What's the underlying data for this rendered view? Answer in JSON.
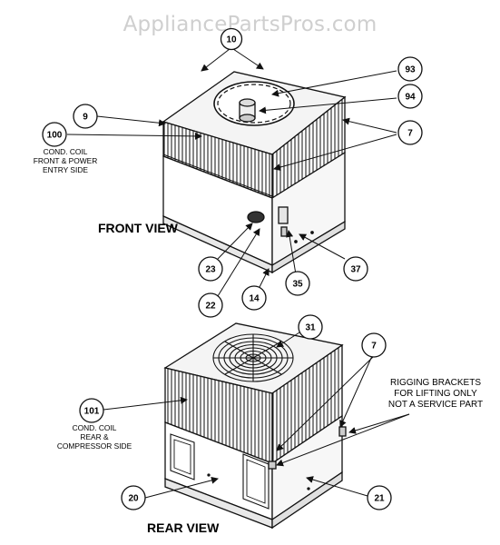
{
  "watermark": "AppliancePartsPros.com",
  "front_view": {
    "title": "FRONT VIEW",
    "coil_note": [
      "COND. COIL",
      "FRONT & POWER",
      "ENTRY SIDE"
    ],
    "callouts": {
      "c10": "10",
      "c93": "93",
      "c94": "94",
      "c9": "9",
      "c7": "7",
      "c100": "100",
      "c23": "23",
      "c22": "22",
      "c14": "14",
      "c35": "35",
      "c37": "37"
    }
  },
  "rear_view": {
    "title": "REAR VIEW",
    "coil_note": [
      "COND. COIL",
      "REAR &",
      "COMPRESSOR SIDE"
    ],
    "rigging_note": [
      "RIGGING BRACKETS",
      "FOR LIFTING ONLY",
      "NOT A SERVICE PART"
    ],
    "callouts": {
      "c31": "31",
      "c7": "7",
      "c101": "101",
      "c20": "20",
      "c21": "21"
    }
  }
}
